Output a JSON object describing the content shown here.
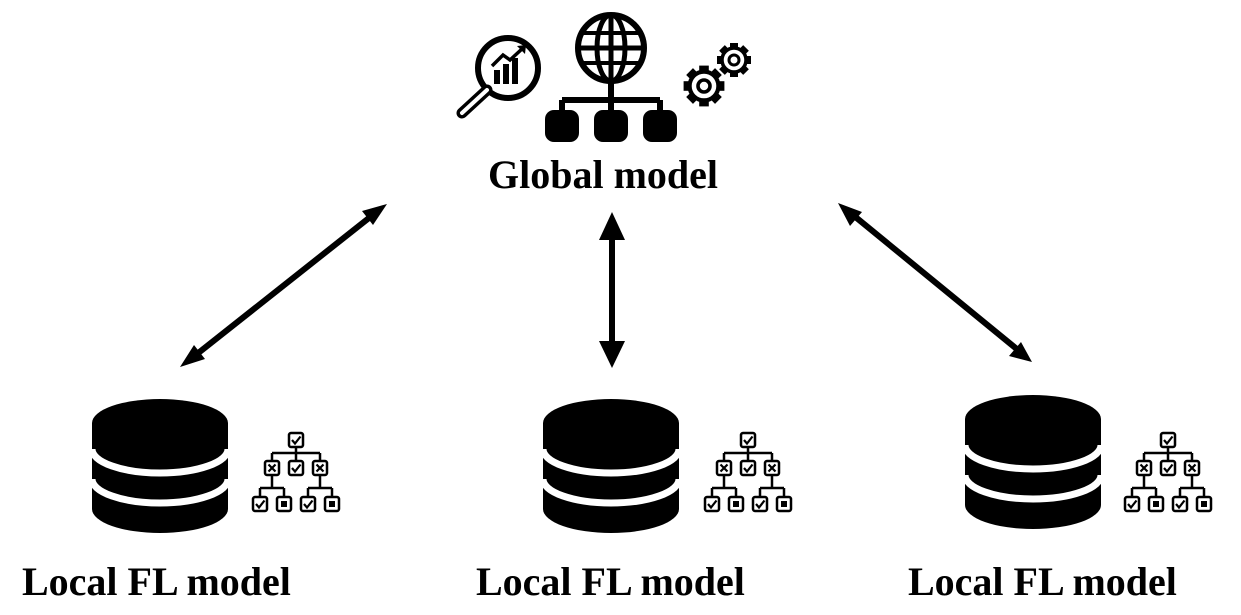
{
  "diagram": {
    "global_node": {
      "label": "Global model",
      "icons": [
        "analytics-magnifier-icon",
        "globe-network-icon",
        "gears-icon"
      ]
    },
    "local_nodes": [
      {
        "label": "Local FL model",
        "icons": [
          "database-icon",
          "decision-tree-icon"
        ]
      },
      {
        "label": "Local FL model",
        "icons": [
          "database-icon",
          "decision-tree-icon"
        ]
      },
      {
        "label": "Local FL model",
        "icons": [
          "database-icon",
          "decision-tree-icon"
        ]
      }
    ],
    "links": [
      {
        "from": "global",
        "to": "local-1",
        "type": "bidirectional"
      },
      {
        "from": "global",
        "to": "local-2",
        "type": "bidirectional"
      },
      {
        "from": "global",
        "to": "local-3",
        "type": "bidirectional"
      }
    ],
    "colors": {
      "ink": "#000000",
      "background": "#ffffff"
    }
  }
}
